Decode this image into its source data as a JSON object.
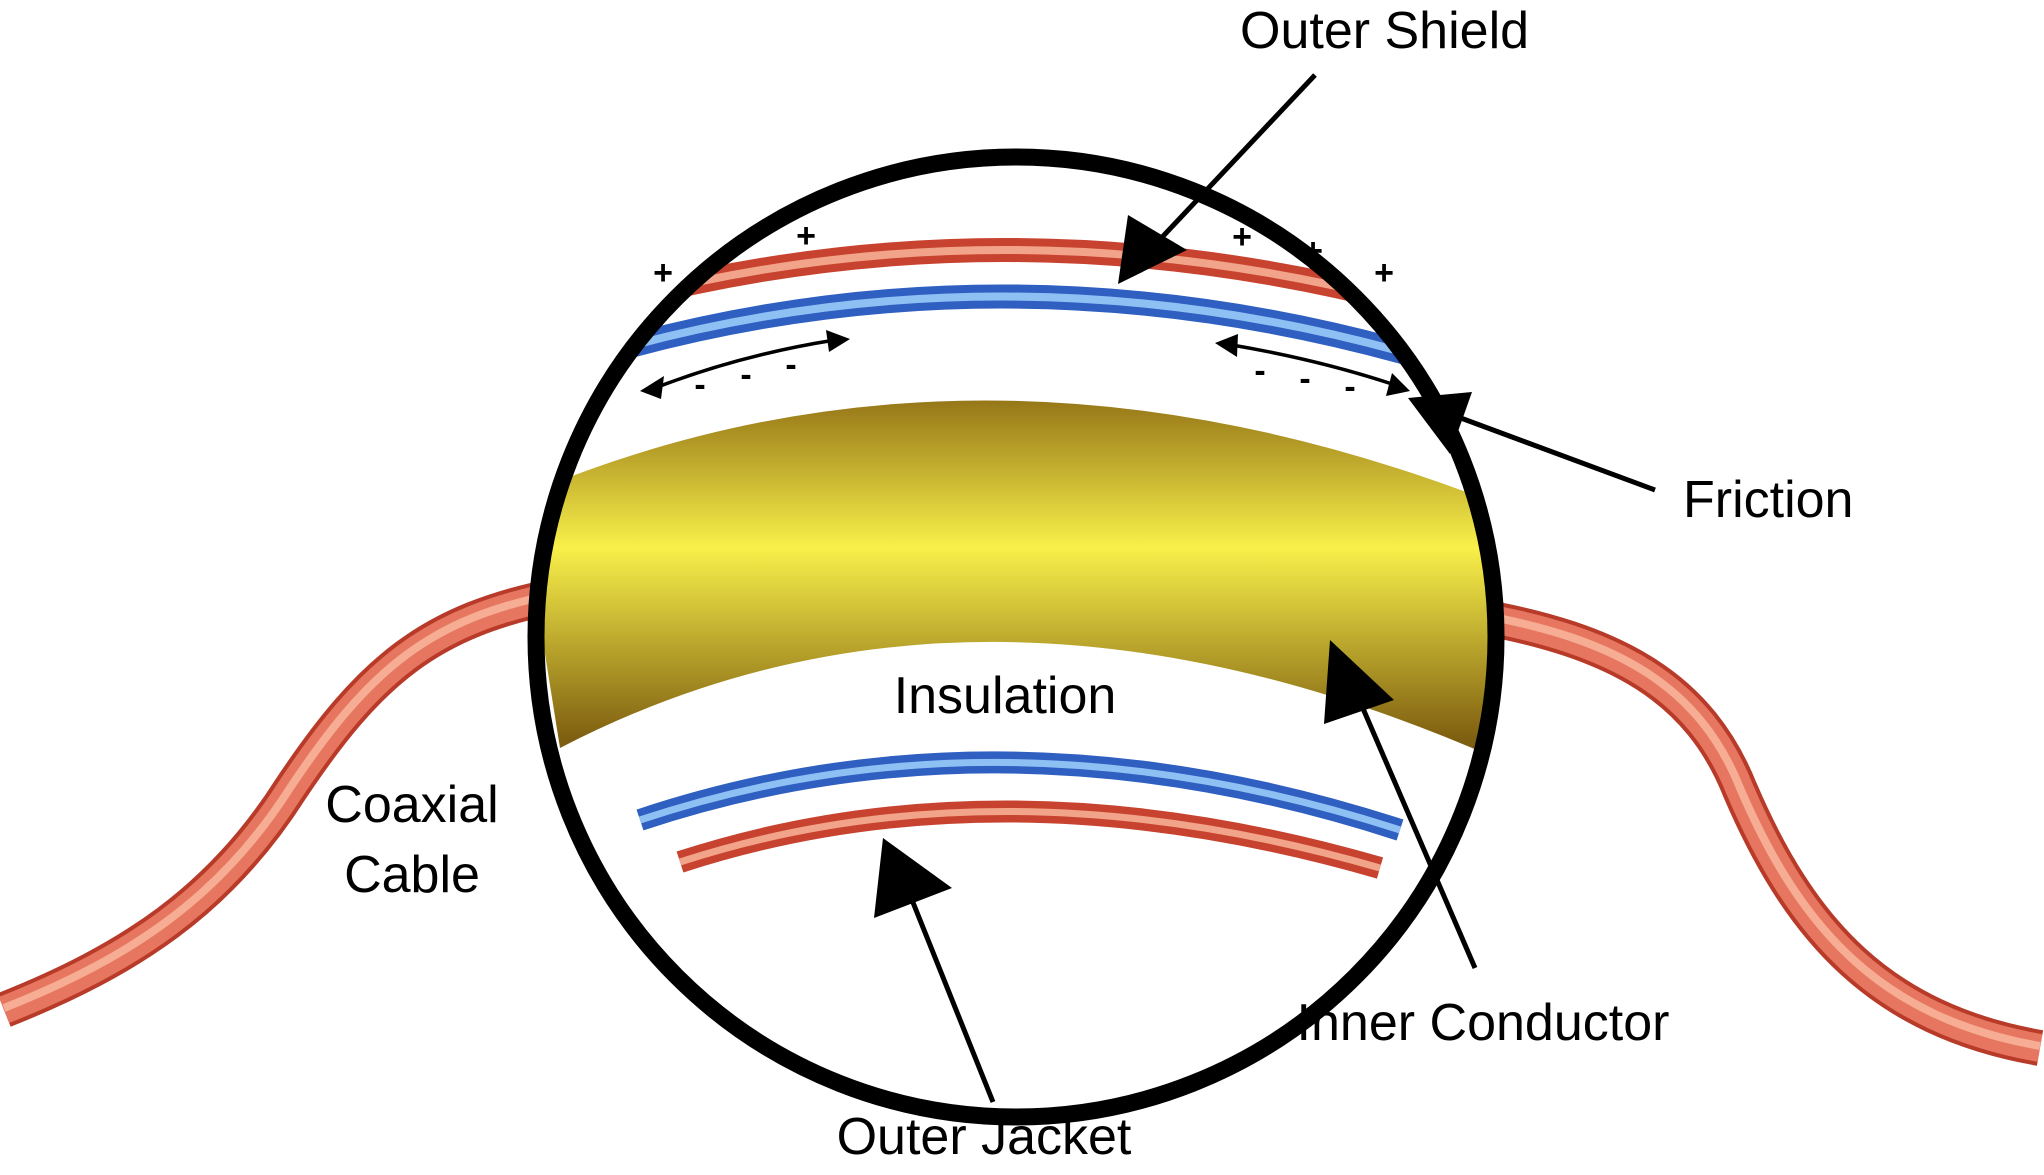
{
  "labels": {
    "outer_shield": "Outer Shield",
    "friction": "Friction",
    "insulation": "Insulation",
    "coaxial": "Coaxial",
    "cable": "Cable",
    "inner_conductor": "Inner Conductor",
    "outer_jacket": "Outer Jacket"
  },
  "charges": {
    "positive": "+",
    "negative": "-"
  },
  "colors": {
    "jacket": "#e0604a",
    "jacket_highlight": "#f7b49a",
    "shield": "#3a6fd0",
    "shield_highlight": "#8fc0f4",
    "conductor_dark": "#9a7818",
    "conductor_light": "#f7ef48",
    "outline": "#000000"
  }
}
